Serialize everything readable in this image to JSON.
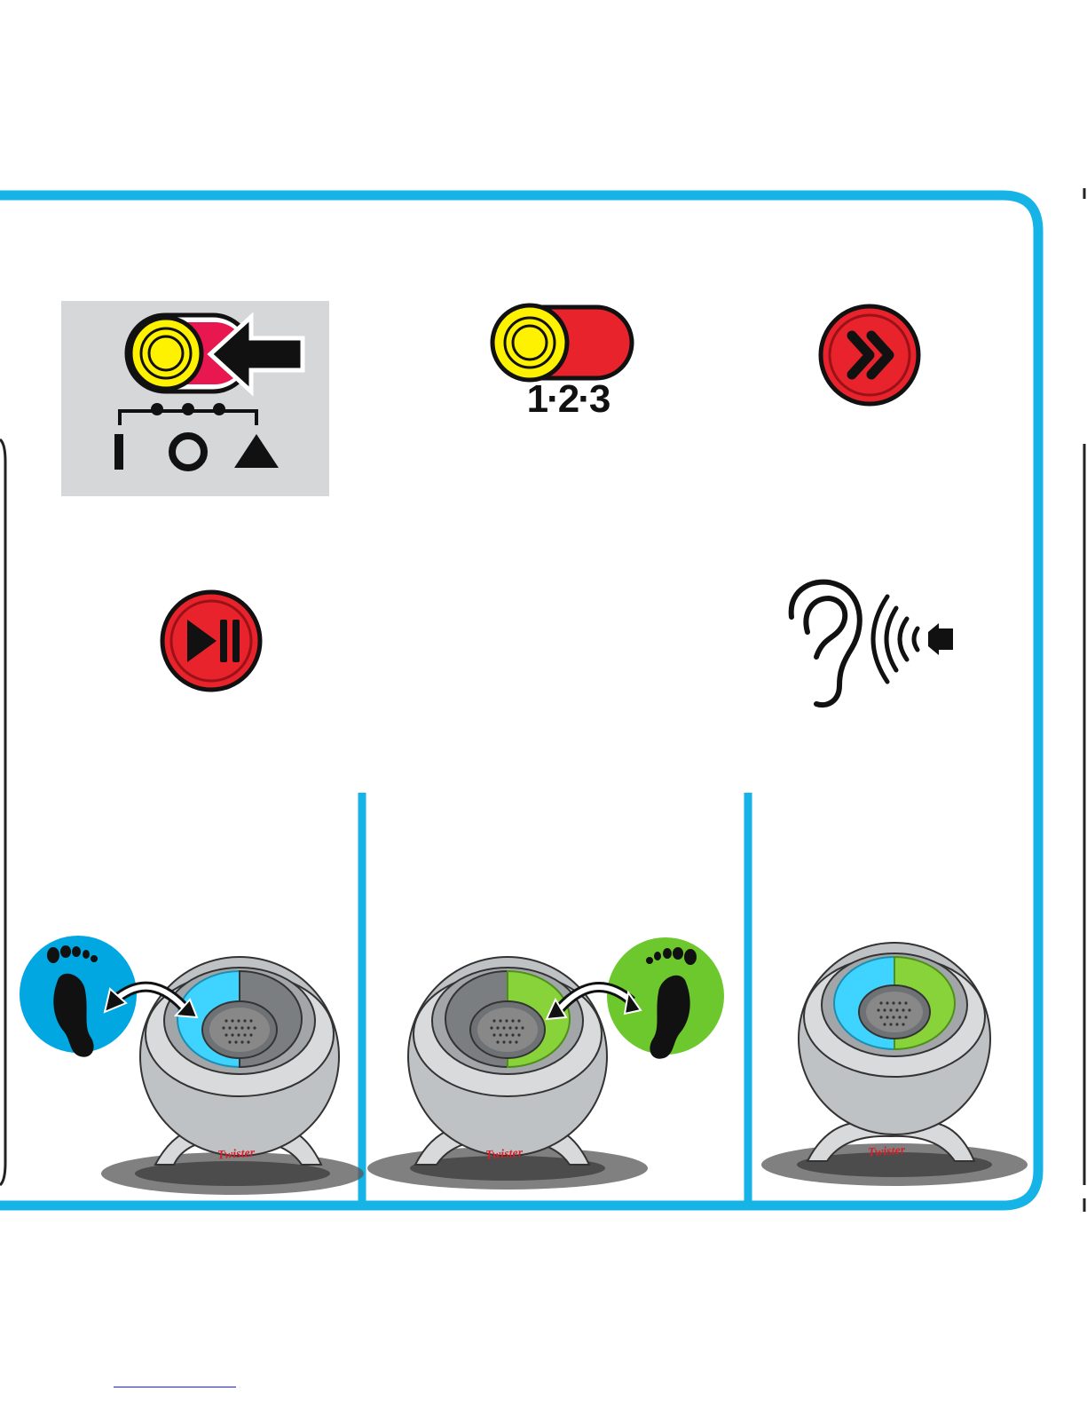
{
  "page": {
    "background": "#ffffff"
  },
  "colors": {
    "frame_blue": "#15b3e6",
    "red": "#e8232b",
    "dark_red": "#9a1218",
    "yellow": "#fff200",
    "black": "#111111",
    "panel_gray": "#d6d7d9",
    "foot_blue": "#00a7e1",
    "foot_green": "#6cc82c",
    "light_blue": "#3fd3ff",
    "light_green": "#88d23a"
  },
  "mode_switch": {
    "icon": "power-mode-switch-icon",
    "positions": [
      "I",
      "O",
      "▲"
    ],
    "icons": [
      "slider-knob-icon",
      "arrow-left-icon",
      "position-dots-icon"
    ]
  },
  "players_switch": {
    "icon": "player-count-switch-icon",
    "label": "1·2·3"
  },
  "skip_button": {
    "icon": "skip-forward-button-icon"
  },
  "play_pause_button": {
    "icon": "play-pause-button-icon"
  },
  "listen_icon": {
    "icon": "ear-speaker-listen-icon"
  },
  "spinners": [
    {
      "brand": "Twister",
      "left_light": "blue",
      "right_light": "off",
      "foot": "blue-left-foot-icon"
    },
    {
      "brand": "Twister",
      "left_light": "off",
      "right_light": "green",
      "foot": "green-right-foot-icon"
    },
    {
      "brand": "Twister",
      "left_light": "blue",
      "right_light": "green",
      "foot": ""
    }
  ]
}
